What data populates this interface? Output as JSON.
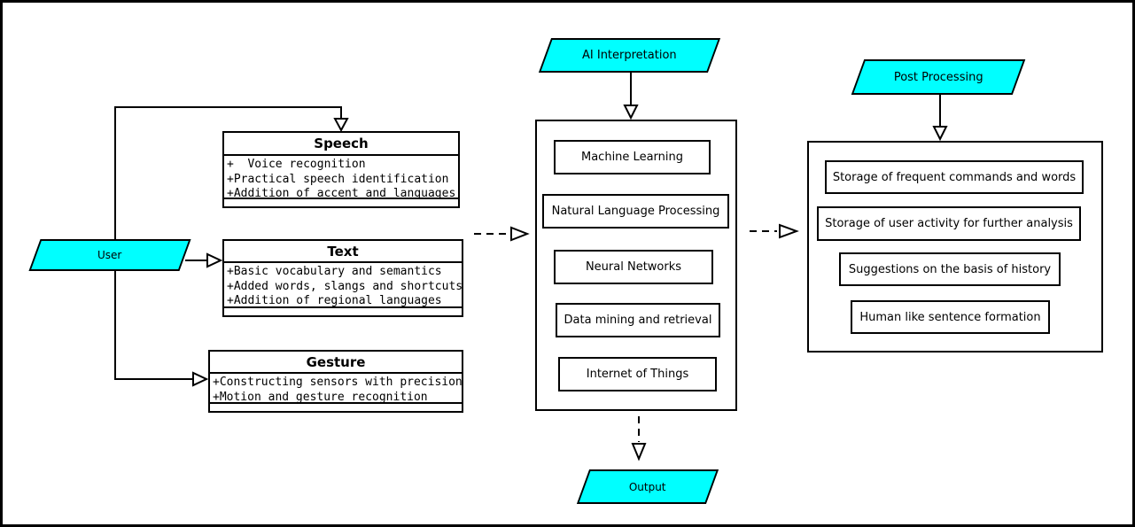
{
  "nodes": {
    "user": "User",
    "ai_interpretation": "AI Interpretation",
    "post_processing": "Post Processing",
    "output": "Output"
  },
  "classes": [
    {
      "title": "Speech",
      "attributes": [
        "+  Voice recognition",
        "+Practical speech identification",
        "+Addition of accent and languages"
      ]
    },
    {
      "title": "Text",
      "attributes": [
        "+Basic vocabulary and semantics",
        "+Added words, slangs and shortcuts",
        "+Addition of regional languages"
      ]
    },
    {
      "title": "Gesture",
      "attributes": [
        "+Constructing sensors with precision",
        "+Motion and gesture recognition"
      ]
    }
  ],
  "ai_modules": [
    "Machine Learning",
    "Natural Language Processing",
    "Neural Networks",
    "Data mining and retrieval",
    "Internet of Things"
  ],
  "post_modules": [
    "Storage of frequent commands and words",
    "Storage of user activity for further analysis",
    "Suggestions on the basis of history",
    "Human like sentence formation"
  ],
  "colors": {
    "node_fill": "#00ffff",
    "line": "#000000",
    "background": "#ffffff"
  }
}
